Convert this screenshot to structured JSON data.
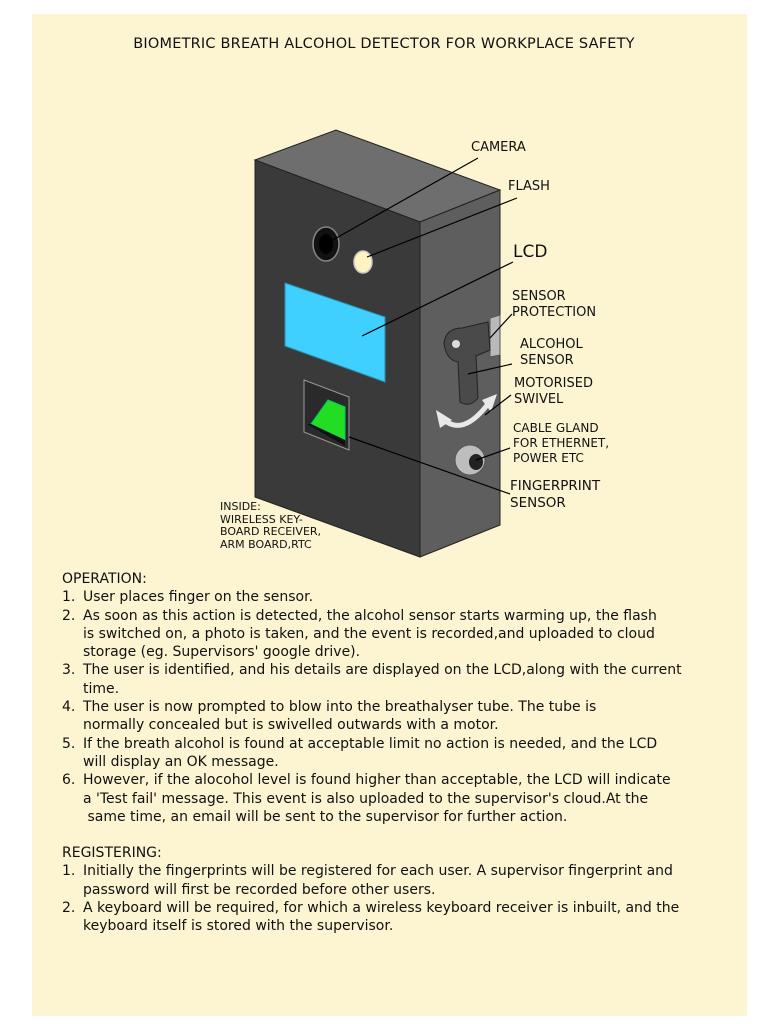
{
  "title": "BIOMETRIC BREATH ALCOHOL DETECTOR FOR WORKPLACE SAFETY",
  "labels": {
    "camera": "CAMERA",
    "flash": "FLASH",
    "lcd": "LCD",
    "sensor_protection": [
      "SENSOR",
      "PROTECTION"
    ],
    "alcohol_sensor": [
      "ALCOHOL",
      "SENSOR"
    ],
    "motorised_swivel": [
      "MOTORISED",
      "SWIVEL"
    ],
    "cable_gland": [
      "CABLE GLAND",
      "FOR ETHERNET,",
      "POWER ETC"
    ],
    "fingerprint_sensor": [
      "FINGERPRINT",
      "SENSOR"
    ],
    "inside": [
      "INSIDE:",
      "WIRELESS KEY-",
      "BOARD RECEIVER,",
      "ARM BOARD,RTC"
    ]
  },
  "colors": {
    "poster": "#fdf4d2",
    "body_front": "#3a3a3a",
    "body_side": "#5c5c5c",
    "body_top": "#6e6e6e",
    "lcd": "#3fd0ff",
    "fingerprint": "#22dd22",
    "flash": "#fff3c0"
  },
  "operation": {
    "heading": "OPERATION:",
    "items": [
      [
        "1.",
        "User places finger on the sensor."
      ],
      [
        "2.",
        "As soon as this action is detected, the alcohol sensor starts warming up, the flash",
        "is switched on, a photo is taken, and the event is recorded,and uploaded to cloud",
        "storage (eg. Supervisors' google drive)."
      ],
      [
        "3.",
        "The user is identified, and his details are displayed on the LCD,along with the current",
        "time."
      ],
      [
        "4.",
        "The user is now prompted to blow into the breathalyser tube. The tube is",
        "normally concealed but is swivelled outwards with a motor."
      ],
      [
        "5.",
        "If the breath alcohol is found at acceptable limit no action is needed, and the LCD",
        "will display an OK message."
      ],
      [
        "6.",
        "However, if the alocohol level is found higher than acceptable, the LCD will indicate",
        "a 'Test fail' message. This event is also uploaded to the supervisor's cloud.At the",
        " same time, an email will be sent to the supervisor for further action."
      ]
    ]
  },
  "registering": {
    "heading": "REGISTERING:",
    "items": [
      [
        "1.",
        "Initially the fingerprints will be registered for each user. A supervisor fingerprint and",
        "password will first be recorded before other users."
      ],
      [
        "2.",
        "A keyboard will be required, for which a wireless keyboard receiver is inbuilt, and the",
        "keyboard itself is stored with the supervisor."
      ]
    ]
  }
}
